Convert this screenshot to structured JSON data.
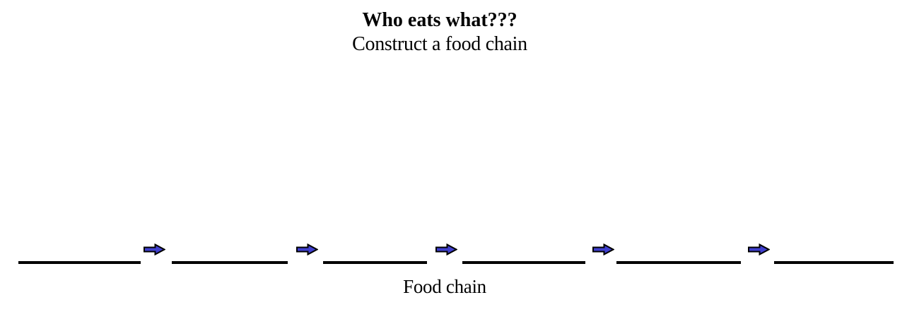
{
  "page": {
    "background": "#ffffff",
    "title": "Who eats what???",
    "subtitle": "Construct a food chain"
  },
  "food_chain": {
    "label": "Food chain",
    "blank_count": 6,
    "arrow_count": 5,
    "blanks": [
      "",
      "",
      "",
      "",
      "",
      ""
    ],
    "arrow_icon": "right-block-arrow",
    "arrow_fill": "#3f3fce",
    "arrow_outline": "#000000",
    "line_color": "#000000"
  }
}
